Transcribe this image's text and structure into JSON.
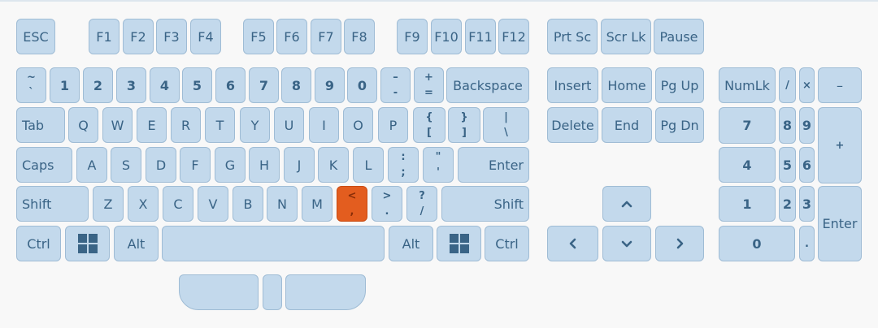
{
  "keyboard": {
    "colors": {
      "key_fill": "#c3d9ec",
      "key_border": "#9fbcd5",
      "key_text": "#3a6486",
      "highlight": "#e35d1f"
    },
    "highlighted_key": "comma",
    "rows": {
      "function": [
        {
          "id": "esc",
          "label": "ESC"
        },
        {
          "id": "f1",
          "label": "F1"
        },
        {
          "id": "f2",
          "label": "F2"
        },
        {
          "id": "f3",
          "label": "F3"
        },
        {
          "id": "f4",
          "label": "F4"
        },
        {
          "id": "f5",
          "label": "F5"
        },
        {
          "id": "f6",
          "label": "F6"
        },
        {
          "id": "f7",
          "label": "F7"
        },
        {
          "id": "f8",
          "label": "F8"
        },
        {
          "id": "f9",
          "label": "F9"
        },
        {
          "id": "f10",
          "label": "F10"
        },
        {
          "id": "f11",
          "label": "F11"
        },
        {
          "id": "f12",
          "label": "F12"
        },
        {
          "id": "prtsc",
          "label": "Prt Sc"
        },
        {
          "id": "scrlk",
          "label": "Scr Lk"
        },
        {
          "id": "pause",
          "label": "Pause"
        }
      ],
      "number": [
        {
          "id": "backtick",
          "top": "~",
          "bottom": "`"
        },
        {
          "id": "1",
          "label": "1"
        },
        {
          "id": "2",
          "label": "2"
        },
        {
          "id": "3",
          "label": "3"
        },
        {
          "id": "4",
          "label": "4"
        },
        {
          "id": "5",
          "label": "5"
        },
        {
          "id": "6",
          "label": "6"
        },
        {
          "id": "7",
          "label": "7"
        },
        {
          "id": "8",
          "label": "8"
        },
        {
          "id": "9",
          "label": "9"
        },
        {
          "id": "0",
          "label": "0"
        },
        {
          "id": "minus",
          "top": "–",
          "bottom": "-"
        },
        {
          "id": "equals",
          "top": "+",
          "bottom": "="
        },
        {
          "id": "backspace",
          "label": "Backspace"
        }
      ],
      "qwerty": [
        {
          "id": "tab",
          "label": "Tab"
        },
        {
          "id": "q",
          "label": "Q"
        },
        {
          "id": "w",
          "label": "W"
        },
        {
          "id": "e",
          "label": "E"
        },
        {
          "id": "r",
          "label": "R"
        },
        {
          "id": "t",
          "label": "T"
        },
        {
          "id": "y",
          "label": "Y"
        },
        {
          "id": "u",
          "label": "U"
        },
        {
          "id": "i",
          "label": "I"
        },
        {
          "id": "o",
          "label": "O"
        },
        {
          "id": "p",
          "label": "P"
        },
        {
          "id": "lbracket",
          "top": "{",
          "bottom": "["
        },
        {
          "id": "rbracket",
          "top": "}",
          "bottom": "]"
        },
        {
          "id": "backslash",
          "top": "|",
          "bottom": "\\"
        }
      ],
      "home": [
        {
          "id": "caps",
          "label": "Caps"
        },
        {
          "id": "a",
          "label": "A"
        },
        {
          "id": "s",
          "label": "S"
        },
        {
          "id": "d",
          "label": "D"
        },
        {
          "id": "f",
          "label": "F"
        },
        {
          "id": "g",
          "label": "G"
        },
        {
          "id": "h",
          "label": "H"
        },
        {
          "id": "j",
          "label": "J"
        },
        {
          "id": "k",
          "label": "K"
        },
        {
          "id": "l",
          "label": "L"
        },
        {
          "id": "semicolon",
          "top": ":",
          "bottom": ";"
        },
        {
          "id": "quote",
          "top": "\"",
          "bottom": "'"
        },
        {
          "id": "enter",
          "label": "Enter"
        }
      ],
      "shift": [
        {
          "id": "lshift",
          "label": "Shift"
        },
        {
          "id": "z",
          "label": "Z"
        },
        {
          "id": "x",
          "label": "X"
        },
        {
          "id": "c",
          "label": "C"
        },
        {
          "id": "v",
          "label": "V"
        },
        {
          "id": "b",
          "label": "B"
        },
        {
          "id": "n",
          "label": "N"
        },
        {
          "id": "m",
          "label": "M"
        },
        {
          "id": "comma",
          "top": "<",
          "bottom": ","
        },
        {
          "id": "period",
          "top": ">",
          "bottom": "."
        },
        {
          "id": "slash",
          "top": "?",
          "bottom": "/"
        },
        {
          "id": "rshift",
          "label": "Shift"
        }
      ],
      "bottom": [
        {
          "id": "lctrl",
          "label": "Ctrl"
        },
        {
          "id": "lwin",
          "icon": "windows-logo-icon"
        },
        {
          "id": "lalt",
          "label": "Alt"
        },
        {
          "id": "space",
          "label": ""
        },
        {
          "id": "ralt",
          "label": "Alt"
        },
        {
          "id": "rwin",
          "icon": "windows-logo-icon"
        },
        {
          "id": "rctrl",
          "label": "Ctrl"
        }
      ]
    },
    "navigation": [
      {
        "id": "insert",
        "label": "Insert"
      },
      {
        "id": "home",
        "label": "Home"
      },
      {
        "id": "pgup",
        "label": "Pg Up"
      },
      {
        "id": "delete",
        "label": "Delete"
      },
      {
        "id": "end",
        "label": "End"
      },
      {
        "id": "pgdn",
        "label": "Pg Dn"
      }
    ],
    "arrows": [
      {
        "id": "up",
        "icon": "arrow-up-icon"
      },
      {
        "id": "left",
        "icon": "arrow-left-icon"
      },
      {
        "id": "down",
        "icon": "arrow-down-icon"
      },
      {
        "id": "right",
        "icon": "arrow-right-icon"
      }
    ],
    "numpad": [
      {
        "id": "numlk",
        "label": "NumLk"
      },
      {
        "id": "np_div",
        "label": "/"
      },
      {
        "id": "np_mul",
        "label": "×"
      },
      {
        "id": "np_sub",
        "label": "–"
      },
      {
        "id": "np7",
        "label": "7"
      },
      {
        "id": "np8",
        "label": "8"
      },
      {
        "id": "np9",
        "label": "9"
      },
      {
        "id": "np_add",
        "label": "+"
      },
      {
        "id": "np4",
        "label": "4"
      },
      {
        "id": "np5",
        "label": "5"
      },
      {
        "id": "np6",
        "label": "6"
      },
      {
        "id": "np1",
        "label": "1"
      },
      {
        "id": "np2",
        "label": "2"
      },
      {
        "id": "np3",
        "label": "3"
      },
      {
        "id": "np_enter",
        "label": "Enter"
      },
      {
        "id": "np0",
        "label": "0"
      },
      {
        "id": "np_dot",
        "label": "."
      }
    ],
    "thumb_cluster": [
      {
        "id": "thumb_left",
        "label": ""
      },
      {
        "id": "thumb_mid",
        "label": ""
      },
      {
        "id": "thumb_right",
        "label": ""
      }
    ]
  }
}
